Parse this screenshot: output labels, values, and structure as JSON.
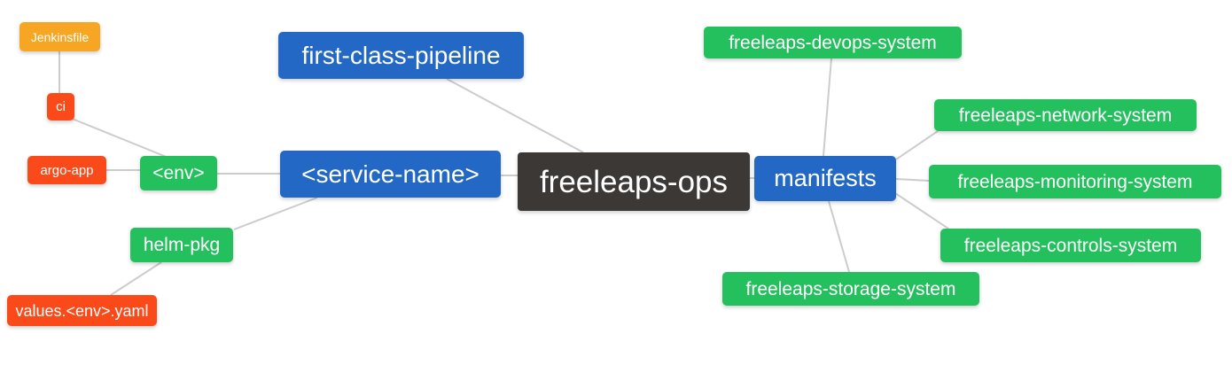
{
  "diagram": {
    "type": "mindmap",
    "root": "freeleaps-ops",
    "colors": {
      "branch_blue": "#2268c4",
      "leaf_green": "#24c05e",
      "leaf_orange": "#f6a623",
      "leaf_red": "#fb4a1a",
      "root_dark": "#3b3836",
      "edge_gray": "#cccccc",
      "background": "#ffffff",
      "text": "#ffffff"
    },
    "nodes": {
      "jenkinsfile": {
        "label": "Jenkinsfile",
        "color": "#f6a623"
      },
      "ci": {
        "label": "ci",
        "color": "#fb4a1a"
      },
      "argo_app": {
        "label": "argo-app",
        "color": "#fb4a1a"
      },
      "env": {
        "label": "<env>",
        "color": "#24c05e"
      },
      "helm_pkg": {
        "label": "helm-pkg",
        "color": "#24c05e"
      },
      "values_env_yaml": {
        "label": "values.<env>.yaml",
        "color": "#fb4a1a"
      },
      "first_class_pipeline": {
        "label": "first-class-pipeline",
        "color": "#2268c4"
      },
      "service_name": {
        "label": "<service-name>",
        "color": "#2268c4"
      },
      "freeleaps_ops": {
        "label": "freeleaps-ops",
        "color": "#3b3836"
      },
      "manifests": {
        "label": "manifests",
        "color": "#2268c4"
      },
      "devops_system": {
        "label": "freeleaps-devops-system",
        "color": "#24c05e"
      },
      "network_system": {
        "label": "freeleaps-network-system",
        "color": "#24c05e"
      },
      "monitoring_system": {
        "label": "freeleaps-monitoring-system",
        "color": "#24c05e"
      },
      "controls_system": {
        "label": "freeleaps-controls-system",
        "color": "#24c05e"
      },
      "storage_system": {
        "label": "freeleaps-storage-system",
        "color": "#24c05e"
      }
    },
    "edges": [
      [
        "jenkinsfile",
        "ci"
      ],
      [
        "ci",
        "env"
      ],
      [
        "argo_app",
        "env"
      ],
      [
        "env",
        "service_name"
      ],
      [
        "helm_pkg",
        "service_name"
      ],
      [
        "values_env_yaml",
        "helm_pkg"
      ],
      [
        "first_class_pipeline",
        "freeleaps_ops"
      ],
      [
        "service_name",
        "freeleaps_ops"
      ],
      [
        "freeleaps_ops",
        "manifests"
      ],
      [
        "manifests",
        "devops_system"
      ],
      [
        "manifests",
        "network_system"
      ],
      [
        "manifests",
        "monitoring_system"
      ],
      [
        "manifests",
        "controls_system"
      ],
      [
        "manifests",
        "storage_system"
      ]
    ]
  }
}
